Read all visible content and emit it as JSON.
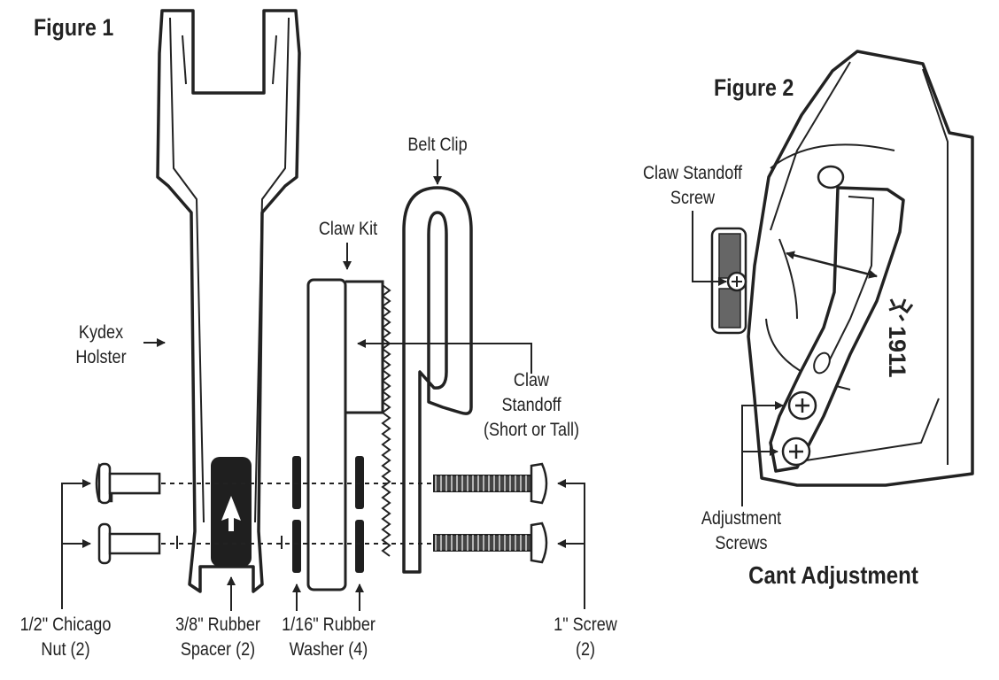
{
  "figure1": {
    "title": "Figure 1",
    "labels": {
      "kydex_holster": [
        "Kydex",
        "Holster"
      ],
      "belt_clip": "Belt Clip",
      "claw_kit": "Claw Kit",
      "claw_standoff": [
        "Claw",
        "Standoff",
        "(Short or Tall)"
      ],
      "chicago_nut": [
        "1/2\" Chicago",
        "Nut (2)"
      ],
      "rubber_spacer": [
        "3/8\" Rubber",
        "Spacer (2)"
      ],
      "rubber_washer": [
        "1/16\" Rubber",
        "Washer (4)"
      ],
      "screw": [
        "1\" Screw",
        "(2)"
      ]
    }
  },
  "figure2": {
    "title": "Figure 2",
    "labels": {
      "claw_standoff_screw": [
        "Claw Standoff",
        "Screw"
      ],
      "adjustment_screws": [
        "Adjustment",
        "Screws"
      ]
    },
    "stamp_text": "1911",
    "caption": "Cant Adjustment"
  },
  "colors": {
    "ink": "#222222",
    "background": "#ffffff",
    "spacer_fill": "#1f1f1f"
  }
}
